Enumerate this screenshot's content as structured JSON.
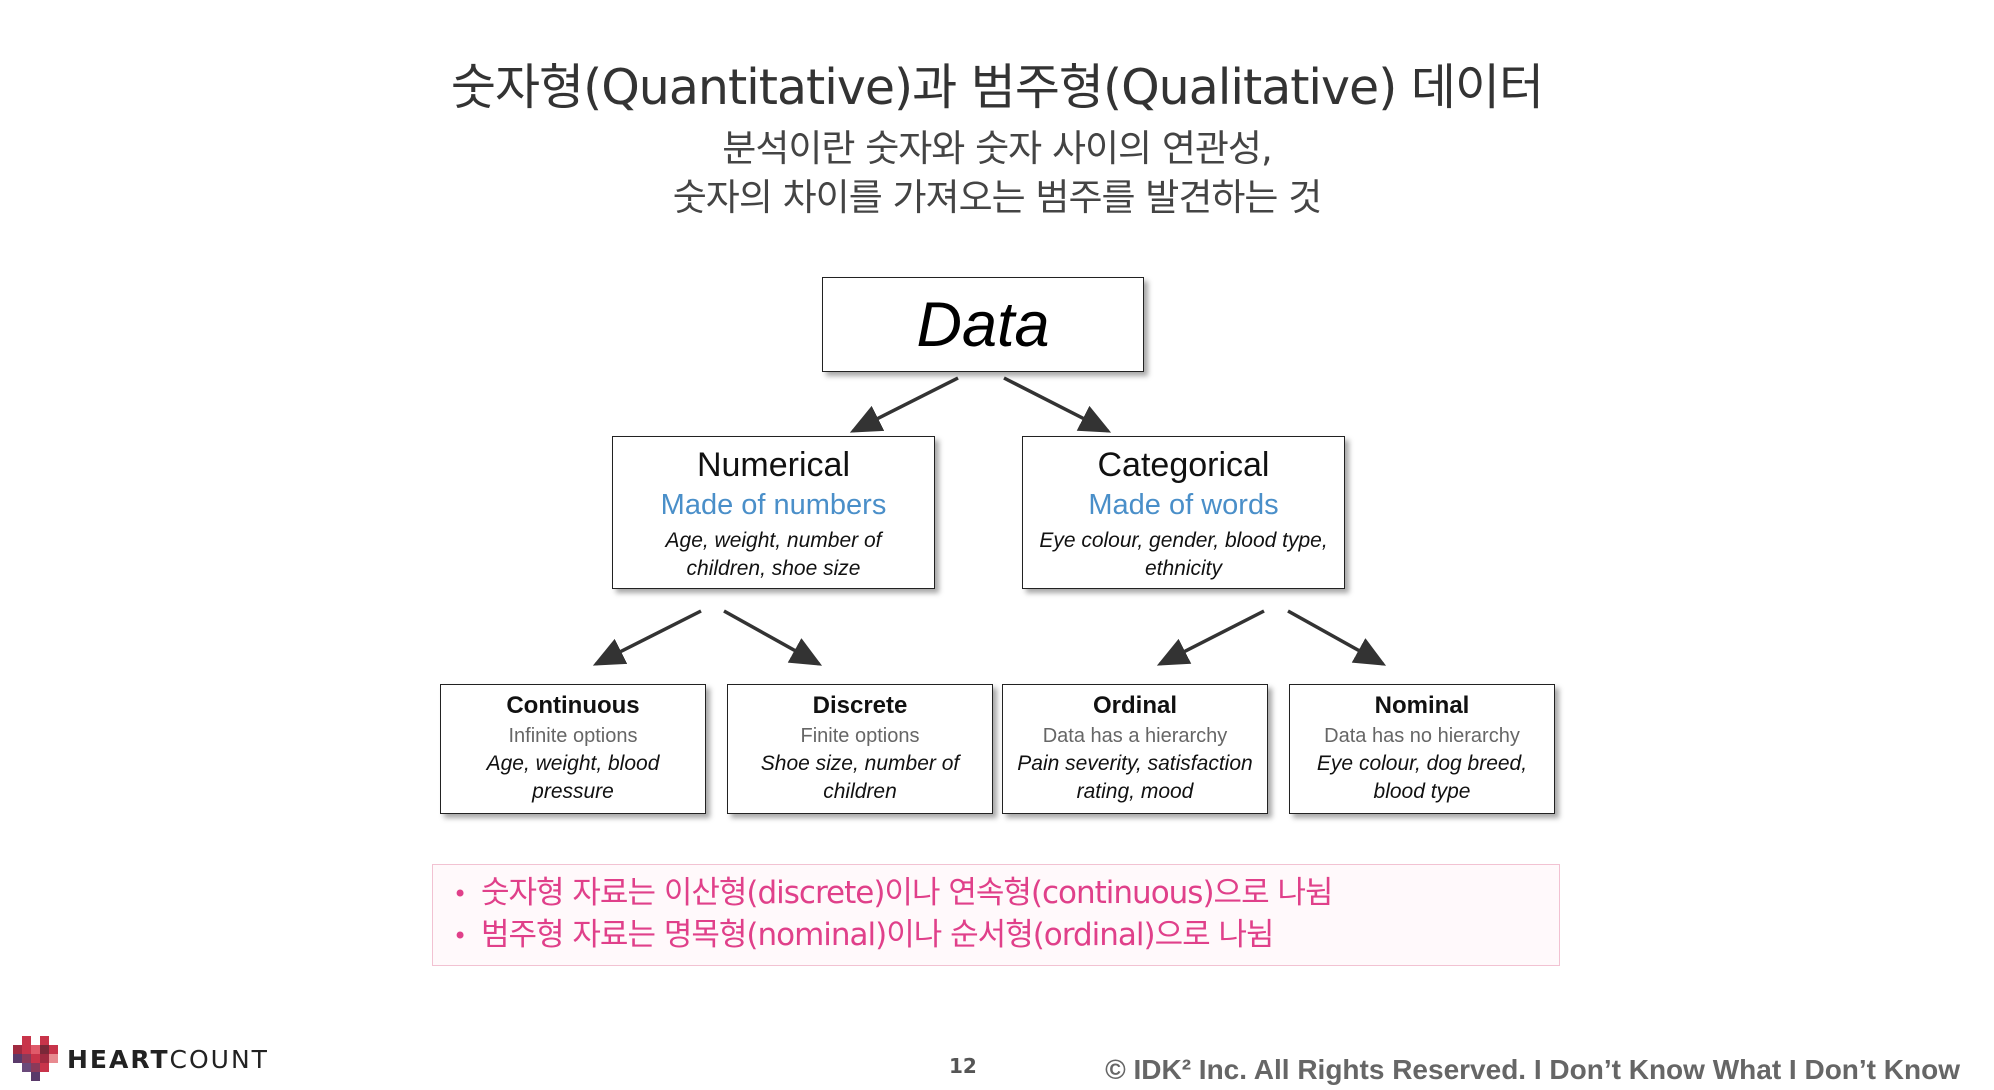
{
  "header": {
    "title": "숫자형(Quantitative)과 범주형(Qualitative) 데이터",
    "subtitle_lines": [
      "분석이란 숫자와 숫자 사이의 연관성,",
      "숫자의 차이를 가져오는 범주를 발견하는 것"
    ]
  },
  "diagram": {
    "root": {
      "label": "Data"
    },
    "numerical": {
      "name": "Numerical",
      "subtitle": "Made of numbers",
      "examples": [
        "Age, weight, number of",
        "children, shoe size"
      ]
    },
    "categorical": {
      "name": "Categorical",
      "subtitle": "Made of words",
      "examples": [
        "Eye colour, gender, blood type,",
        "ethnicity"
      ]
    },
    "leaves": [
      {
        "name": "Continuous",
        "subtitle": "Infinite options",
        "examples": [
          "Age, weight, blood",
          "pressure"
        ]
      },
      {
        "name": "Discrete",
        "subtitle": "Finite options",
        "examples": [
          "Shoe size, number of",
          "children"
        ]
      },
      {
        "name": "Ordinal",
        "subtitle": "Data has a hierarchy",
        "examples": [
          "Pain severity, satisfaction",
          "rating, mood"
        ]
      },
      {
        "name": "Nominal",
        "subtitle": "Data has no hierarchy",
        "examples": [
          "Eye colour, dog breed,",
          "blood type"
        ]
      }
    ]
  },
  "notes": {
    "bullet": "•",
    "items": [
      "숫자형 자료는 이산형(discrete)이나 연속형(continuous)으로 나뉨",
      "범주형 자료는 명목형(nominal)이나 순서형(ordinal)으로 나뉨"
    ]
  },
  "footer": {
    "brand_bold": "HEART",
    "brand_rest": "COUNT",
    "page_number": "12",
    "copyright": "© IDK² Inc. All Rights Reserved.  I Don’t Know What I Don’t Know"
  },
  "colors": {
    "accent_blue": "#4a8fc9",
    "note_pink": "#e0408a",
    "logo_red": "#c8344a"
  }
}
